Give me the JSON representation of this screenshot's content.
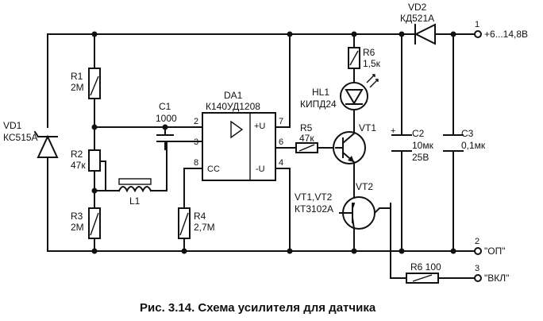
{
  "components": {
    "vd1": {
      "ref": "VD1",
      "part": "КС515А"
    },
    "r1": {
      "ref": "R1",
      "value": "2М"
    },
    "r2": {
      "ref": "R2",
      "value": "47к"
    },
    "r3": {
      "ref": "R3",
      "value": "2М"
    },
    "l1": {
      "ref": "L1"
    },
    "c1": {
      "ref": "C1",
      "value": "1000"
    },
    "r4": {
      "ref": "R4",
      "value": "2,7М"
    },
    "da1": {
      "ref": "DA1",
      "part": "К140УД1208",
      "pin_cc": "CC",
      "pin_plus_u": "+U",
      "pin_minus_u": "-U"
    },
    "r5": {
      "ref": "R5",
      "value": "47к"
    },
    "r6_top": {
      "ref": "R6",
      "value": "1,5к"
    },
    "hl1": {
      "ref": "HL1",
      "part": "КИПД24"
    },
    "vt1": {
      "ref": "VT1"
    },
    "vt2": {
      "ref": "VT2"
    },
    "vt_group": {
      "refs": "VT1,VT2",
      "part": "КТ3102А"
    },
    "vd2": {
      "ref": "VD2",
      "part": "КД521А"
    },
    "c2": {
      "ref": "C2",
      "value": "10мк",
      "voltage": "25В"
    },
    "c3": {
      "ref": "C3",
      "value": "0,1мк"
    },
    "r6_bottom": {
      "label": "R6 100"
    }
  },
  "pins": {
    "p2": "2",
    "p3": "3",
    "p8": "8",
    "p7": "7",
    "p6": "6",
    "p4": "4"
  },
  "terminals": [
    {
      "num": "1",
      "label": "+6...14,8В"
    },
    {
      "num": "2",
      "label": "\"ОП\""
    },
    {
      "num": "3",
      "label": "\"ВКЛ\""
    }
  ],
  "caption": "Рис. 3.14. Схема усилителя для датчика"
}
